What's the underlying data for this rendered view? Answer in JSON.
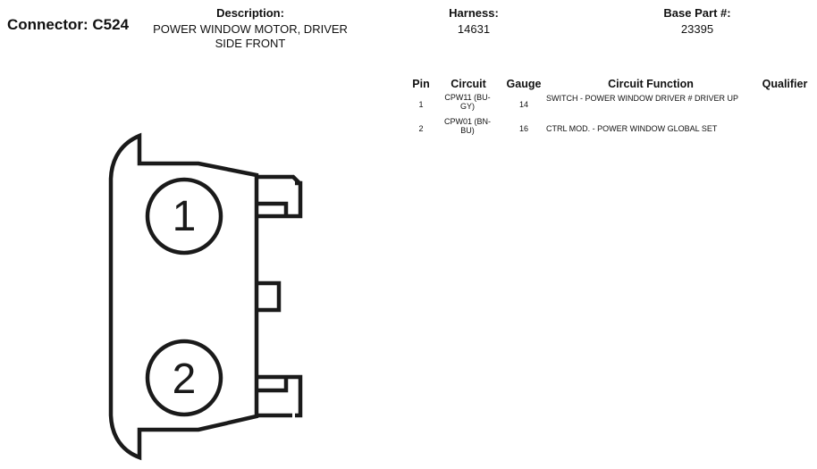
{
  "header": {
    "connector_title": "Connector: C524",
    "description_label": "Description:",
    "description_value": "POWER WINDOW MOTOR, DRIVER SIDE FRONT",
    "harness_label": "Harness:",
    "harness_value": "14631",
    "base_part_label": "Base Part #:",
    "base_part_value": "23395"
  },
  "table": {
    "columns": [
      "Pin",
      "Circuit",
      "Gauge",
      "Circuit Function",
      "Qualifier"
    ],
    "rows": [
      {
        "pin": "1",
        "circuit": "CPW11 (BU-GY)",
        "gauge": "14",
        "function": "SWITCH - POWER WINDOW DRIVER # DRIVER UP",
        "qualifier": ""
      },
      {
        "pin": "2",
        "circuit": "CPW01 (BN-BU)",
        "gauge": "16",
        "function": "CTRL MOD. - POWER WINDOW GLOBAL SET",
        "qualifier": ""
      }
    ]
  },
  "diagram": {
    "pins": [
      "1",
      "2"
    ],
    "stroke_color": "#1a1a1a"
  }
}
